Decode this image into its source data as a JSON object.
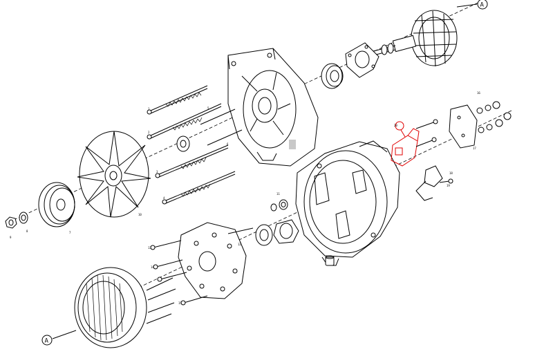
{
  "diagram": {
    "reference_marker": "A",
    "accent_color": "#e00000",
    "part_labels": [
      {
        "id": "p1",
        "text": "1"
      },
      {
        "id": "p2",
        "text": "2"
      },
      {
        "id": "p3",
        "text": "3"
      },
      {
        "id": "p4",
        "text": "4"
      },
      {
        "id": "p5",
        "text": "5"
      },
      {
        "id": "p6",
        "text": "6"
      },
      {
        "id": "p7",
        "text": "7"
      },
      {
        "id": "p8",
        "text": "8"
      },
      {
        "id": "p9",
        "text": "9"
      },
      {
        "id": "p10",
        "text": "10"
      },
      {
        "id": "p11",
        "text": "11"
      },
      {
        "id": "p12",
        "text": "12"
      },
      {
        "id": "p13",
        "text": "13"
      },
      {
        "id": "p14",
        "text": "14"
      },
      {
        "id": "p15",
        "text": "15"
      },
      {
        "id": "p16",
        "text": "16"
      },
      {
        "id": "p17",
        "text": "17"
      },
      {
        "id": "p18",
        "text": "18"
      },
      {
        "id": "p19",
        "text": "19"
      },
      {
        "id": "p20",
        "text": "20"
      }
    ]
  }
}
